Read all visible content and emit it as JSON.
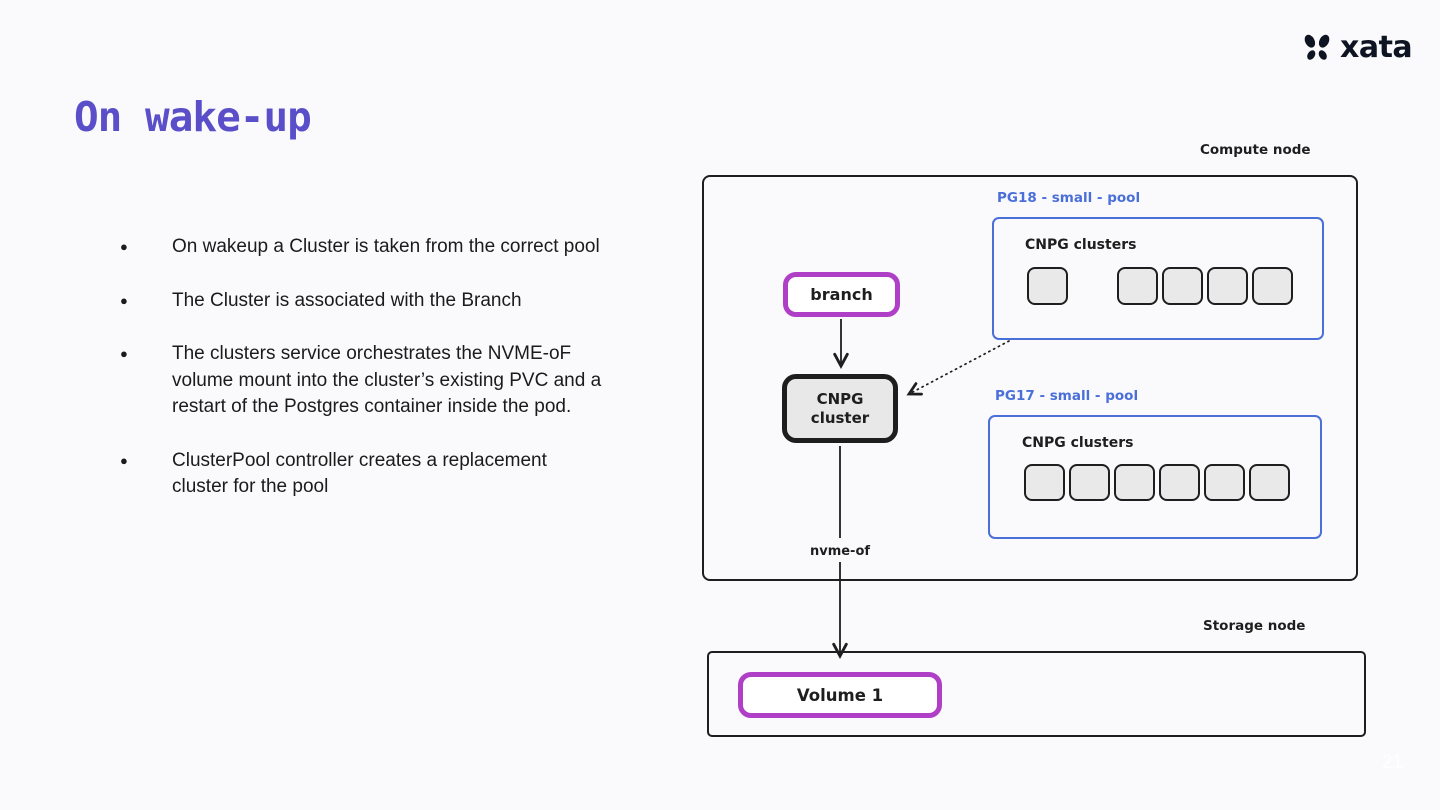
{
  "slide": {
    "title": "On wake-up",
    "page_number": "21",
    "logo_text": "xata"
  },
  "bullets": [
    "On wakeup a Cluster is taken from the correct pool",
    "The Cluster is associated with the Branch",
    "The clusters service orchestrates the NVME-oF volume mount into the cluster’s existing PVC and a restart of the Postgres container inside the pod.",
    "ClusterPool controller creates a replacement cluster for the pool"
  ],
  "diagram": {
    "compute_node_label": "Compute node",
    "storage_node_label": "Storage node",
    "pg18_pool": {
      "label": "PG18 - small - pool",
      "clusters_label": "CNPG clusters",
      "cluster_count": 5
    },
    "pg17_pool": {
      "label": "PG17 - small - pool",
      "clusters_label": "CNPG clusters",
      "cluster_count": 6
    },
    "branch_label": "branch",
    "cnpg_box": {
      "line1": "CNPG",
      "line2": "cluster"
    },
    "nvme_label": "nvme-of",
    "volume_label": "Volume 1"
  },
  "colors": {
    "bg": "#fafafc",
    "title": "#5b4fc9",
    "ink": "#1e1e1e",
    "pool_blue": "#4a6fd9",
    "purple": "#b03fc7",
    "square_fill": "#e9e9e9",
    "logo": "#0e1421"
  }
}
